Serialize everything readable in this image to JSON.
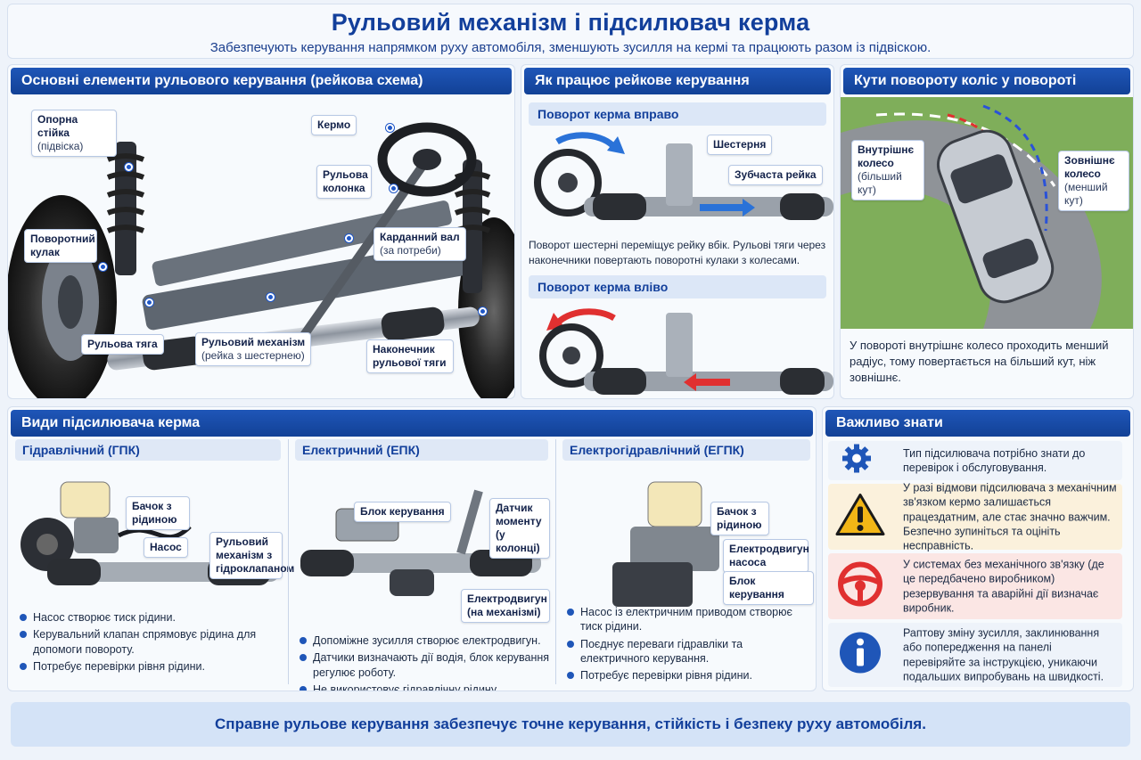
{
  "header": {
    "title": "Рульовий механізм і підсилювач керма",
    "subtitle": "Забезпечують керування напрямком руху автомобіля, зменшують зусилля на кермі та працюють разом із підвіскою."
  },
  "elements": {
    "title": "Основні елементи рульового керування (рейкова схема)",
    "callouts": {
      "strut": {
        "label": "Опорна стійка",
        "sub": "(підвіска)"
      },
      "knuckle": {
        "label": "Поворотний кулак"
      },
      "tie_rod": {
        "label": "Рульова тяга"
      },
      "steering_gear": {
        "label": "Рульовий механізм",
        "sub": "(рейка з шестернею)"
      },
      "wheel": {
        "label": "Кермо"
      },
      "column": {
        "label": "Рульова колонка"
      },
      "cardan": {
        "label": "Карданний вал",
        "sub": "(за потреби)"
      },
      "tie_rod_end": {
        "label": "Наконечник рульової тяги"
      }
    }
  },
  "how": {
    "title": "Як працює рейкове керування",
    "right": {
      "title": "Поворот керма вправо",
      "pinion": "Шестерня",
      "rack": "Зубчаста рейка",
      "caption": "Поворот шестерні переміщує рейку вбік. Рульові тяги через наконечники повертають поворотні кулаки з колесами."
    },
    "left": {
      "title": "Поворот керма вліво"
    }
  },
  "angles": {
    "title": "Кути повороту коліс у повороті",
    "inner": {
      "label": "Внутрішнє колесо",
      "sub": "(більший кут)"
    },
    "outer": {
      "label": "Зовнішнє колесо",
      "sub": "(менший кут)"
    },
    "caption": "У повороті внутрішнє колесо проходить менший радіус, тому повертається на більший кут, ніж зовнішнє."
  },
  "types": {
    "title": "Види підсилювача керма",
    "hydraulic": {
      "title": "Гідравлічний (ГПК)",
      "tank": "Бачок з рідиною",
      "pump": "Насос",
      "gear": "Рульовий механізм з гідроклапаном",
      "bullets": [
        "Насос створює тиск рідини.",
        "Керувальний клапан спрямовує рідина для допомоги повороту.",
        "Потребує перевірки рівня рідини."
      ]
    },
    "electric": {
      "title": "Електричний (ЕПК)",
      "ecu": "Блок керування",
      "sensor": "Датчик моменту (у колонці)",
      "motor": "Електродвигун (на механізмі)",
      "bullets": [
        "Допоміжне зусилля створює електродвигун.",
        "Датчики визначають дії водія, блок керування регулює роботу.",
        "Не використовує гідравлічну рідину підсилювача."
      ]
    },
    "electrohydraulic": {
      "title": "Електрогідравлічний (ЕГПК)",
      "tank": "Бачок з рідиною",
      "motor": "Електродвигун насоса",
      "ecu": "Блок керування",
      "bullets": [
        "Насос із електричним приводом створює тиск рідини.",
        "Поєднує переваги гідравліки та електричного керування.",
        "Потребує перевірки рівня рідини."
      ]
    }
  },
  "important": {
    "title": "Важливо знати",
    "items": [
      {
        "icon": "gear-icon",
        "text": "Тип підсилювача потрібно знати до перевірок і обслуговування."
      },
      {
        "icon": "warning-icon",
        "text": "У разі відмови підсилювача з механічним зв'язком кермо залишається працездатним, але стає значно важчим. Безпечно зупиніться та оцініть несправність."
      },
      {
        "icon": "steering-wheel-icon",
        "text": "У системах без механічного зв'язку (де це передбачено виробником) резервування та аварійні дії визначає виробник."
      },
      {
        "icon": "info-icon",
        "text": "Раптову зміну зусилля, заклинювання або попередження на панелі перевіряйте за інструкцією, уникаючи подальших випробувань на швидкості."
      }
    ]
  },
  "footer": {
    "text": "Справне рульове керування забезпечує точне керування, стійкість і безпеку руху автомобіля."
  },
  "colors": {
    "primary": "#124196",
    "accent_red": "#e03030",
    "accent_blue": "#2a72d8",
    "warn_bg": "#fbf1dc",
    "alert_bg": "#fbe6e4"
  }
}
